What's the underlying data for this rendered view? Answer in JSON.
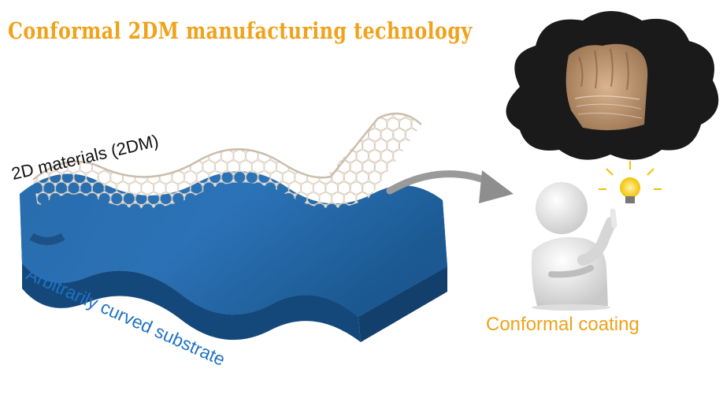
{
  "title": "Conformal 2DM manufacturing technology",
  "label_2dm": "2D materials (2DM)",
  "label_substrate": "Arbitrarily curved substrate",
  "label_coating": "Conformal coating",
  "colors": {
    "title": "#f0a21a",
    "substrate_blue": "#1f5f9c",
    "substrate_label": "#1f73c4",
    "lattice_atom": "#d8ccbf",
    "cloud": "#1a1a1a",
    "coating_label": "#f0a21a"
  },
  "icons": [
    "thought-cloud-icon",
    "thinking-person-icon",
    "lightbulb-icon",
    "curved-arrow-icon",
    "hand-fist-icon"
  ]
}
